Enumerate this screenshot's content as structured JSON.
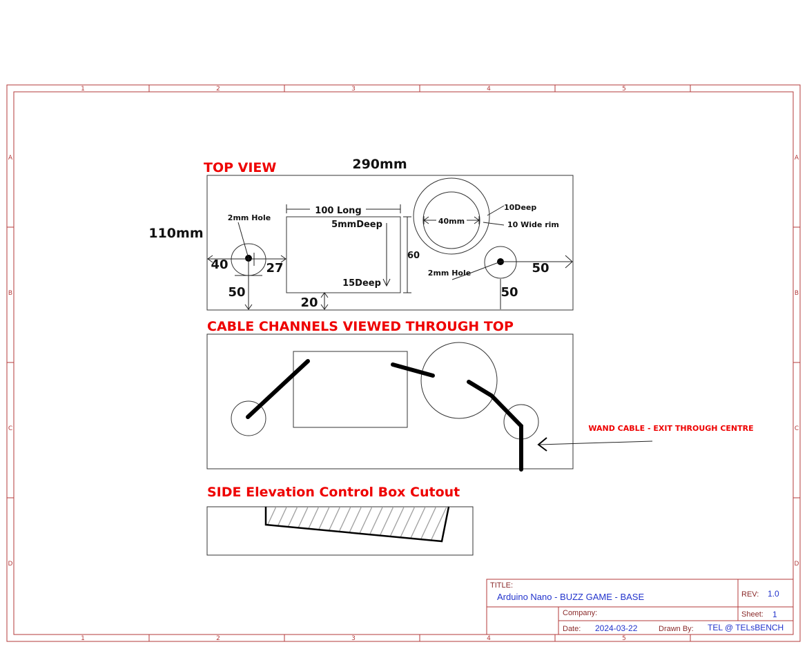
{
  "frame": {
    "columns": [
      "1",
      "2",
      "3",
      "4",
      "5"
    ],
    "rows": [
      "A",
      "B",
      "C",
      "D"
    ]
  },
  "top_view": {
    "heading": "TOP VIEW",
    "width_label": "290mm",
    "height_label": "110mm",
    "left_hole_label": "2mm Hole",
    "left_hole_x": "40",
    "left_hole_gap": "27",
    "left_hole_y": "50",
    "rect_length": "100 Long",
    "rect_depth_top": "5mmDeep",
    "rect_depth_bottom": "15Deep",
    "rect_height": "60",
    "rect_offset": "20",
    "circle_diameter": "40mm",
    "circle_depth": "10Deep",
    "circle_rim": "10 Wide rim",
    "right_hole_label": "2mm Hole",
    "right_hole_x": "50",
    "right_hole_y": "50"
  },
  "channels": {
    "heading": "CABLE CHANNELS VIEWED THROUGH TOP",
    "note": "WAND CABLE - EXIT THROUGH CENTRE"
  },
  "side": {
    "heading": "SIDE Elevation Control Box Cutout"
  },
  "title_block": {
    "title_label": "TITLE:",
    "title": "Arduino Nano - BUZZ GAME - BASE",
    "rev_label": "REV:",
    "rev": "1.0",
    "company_label": "Company:",
    "company": "",
    "sheet_label": "Sheet:",
    "sheet": "1",
    "date_label": "Date:",
    "date": "2024-03-22",
    "drawn_by_label": "Drawn By:",
    "drawn_by": "TEL @ TELsBENCH"
  },
  "colors": {
    "frame": "#b33a3a",
    "heading": "#ee0000",
    "title_value": "#2233cc"
  }
}
